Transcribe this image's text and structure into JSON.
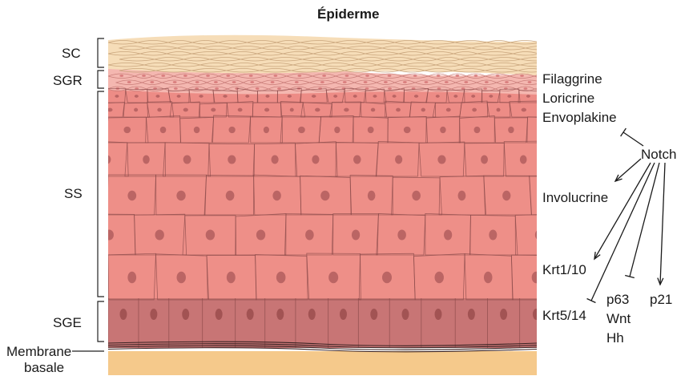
{
  "title": "Épiderme",
  "layers": {
    "sc": "SC",
    "sgr": "SGR",
    "ss": "SS",
    "sge": "SGE",
    "membrane_line1": "Membrane",
    "membrane_line2": "basale"
  },
  "markers": {
    "filaggrine": "Filaggrine",
    "loricrine": "Loricrine",
    "envoplakine": "Envoplakine",
    "notch": "Notch",
    "involucrine": "Involucrine",
    "krt1_10": "Krt1/10",
    "krt5_14": "Krt5/14",
    "p63": "p63",
    "wnt": "Wnt",
    "hh": "Hh",
    "p21": "p21"
  },
  "colors": {
    "corneum": "#f6ddb8",
    "granular": "#f4b7b0",
    "spinous": "#ee8f88",
    "basal": "#c87575",
    "nucleus": "#b25e5e",
    "cell_line": "#8a4a4a",
    "membrane": "#3a2323",
    "dermis": "#f5c98b"
  }
}
